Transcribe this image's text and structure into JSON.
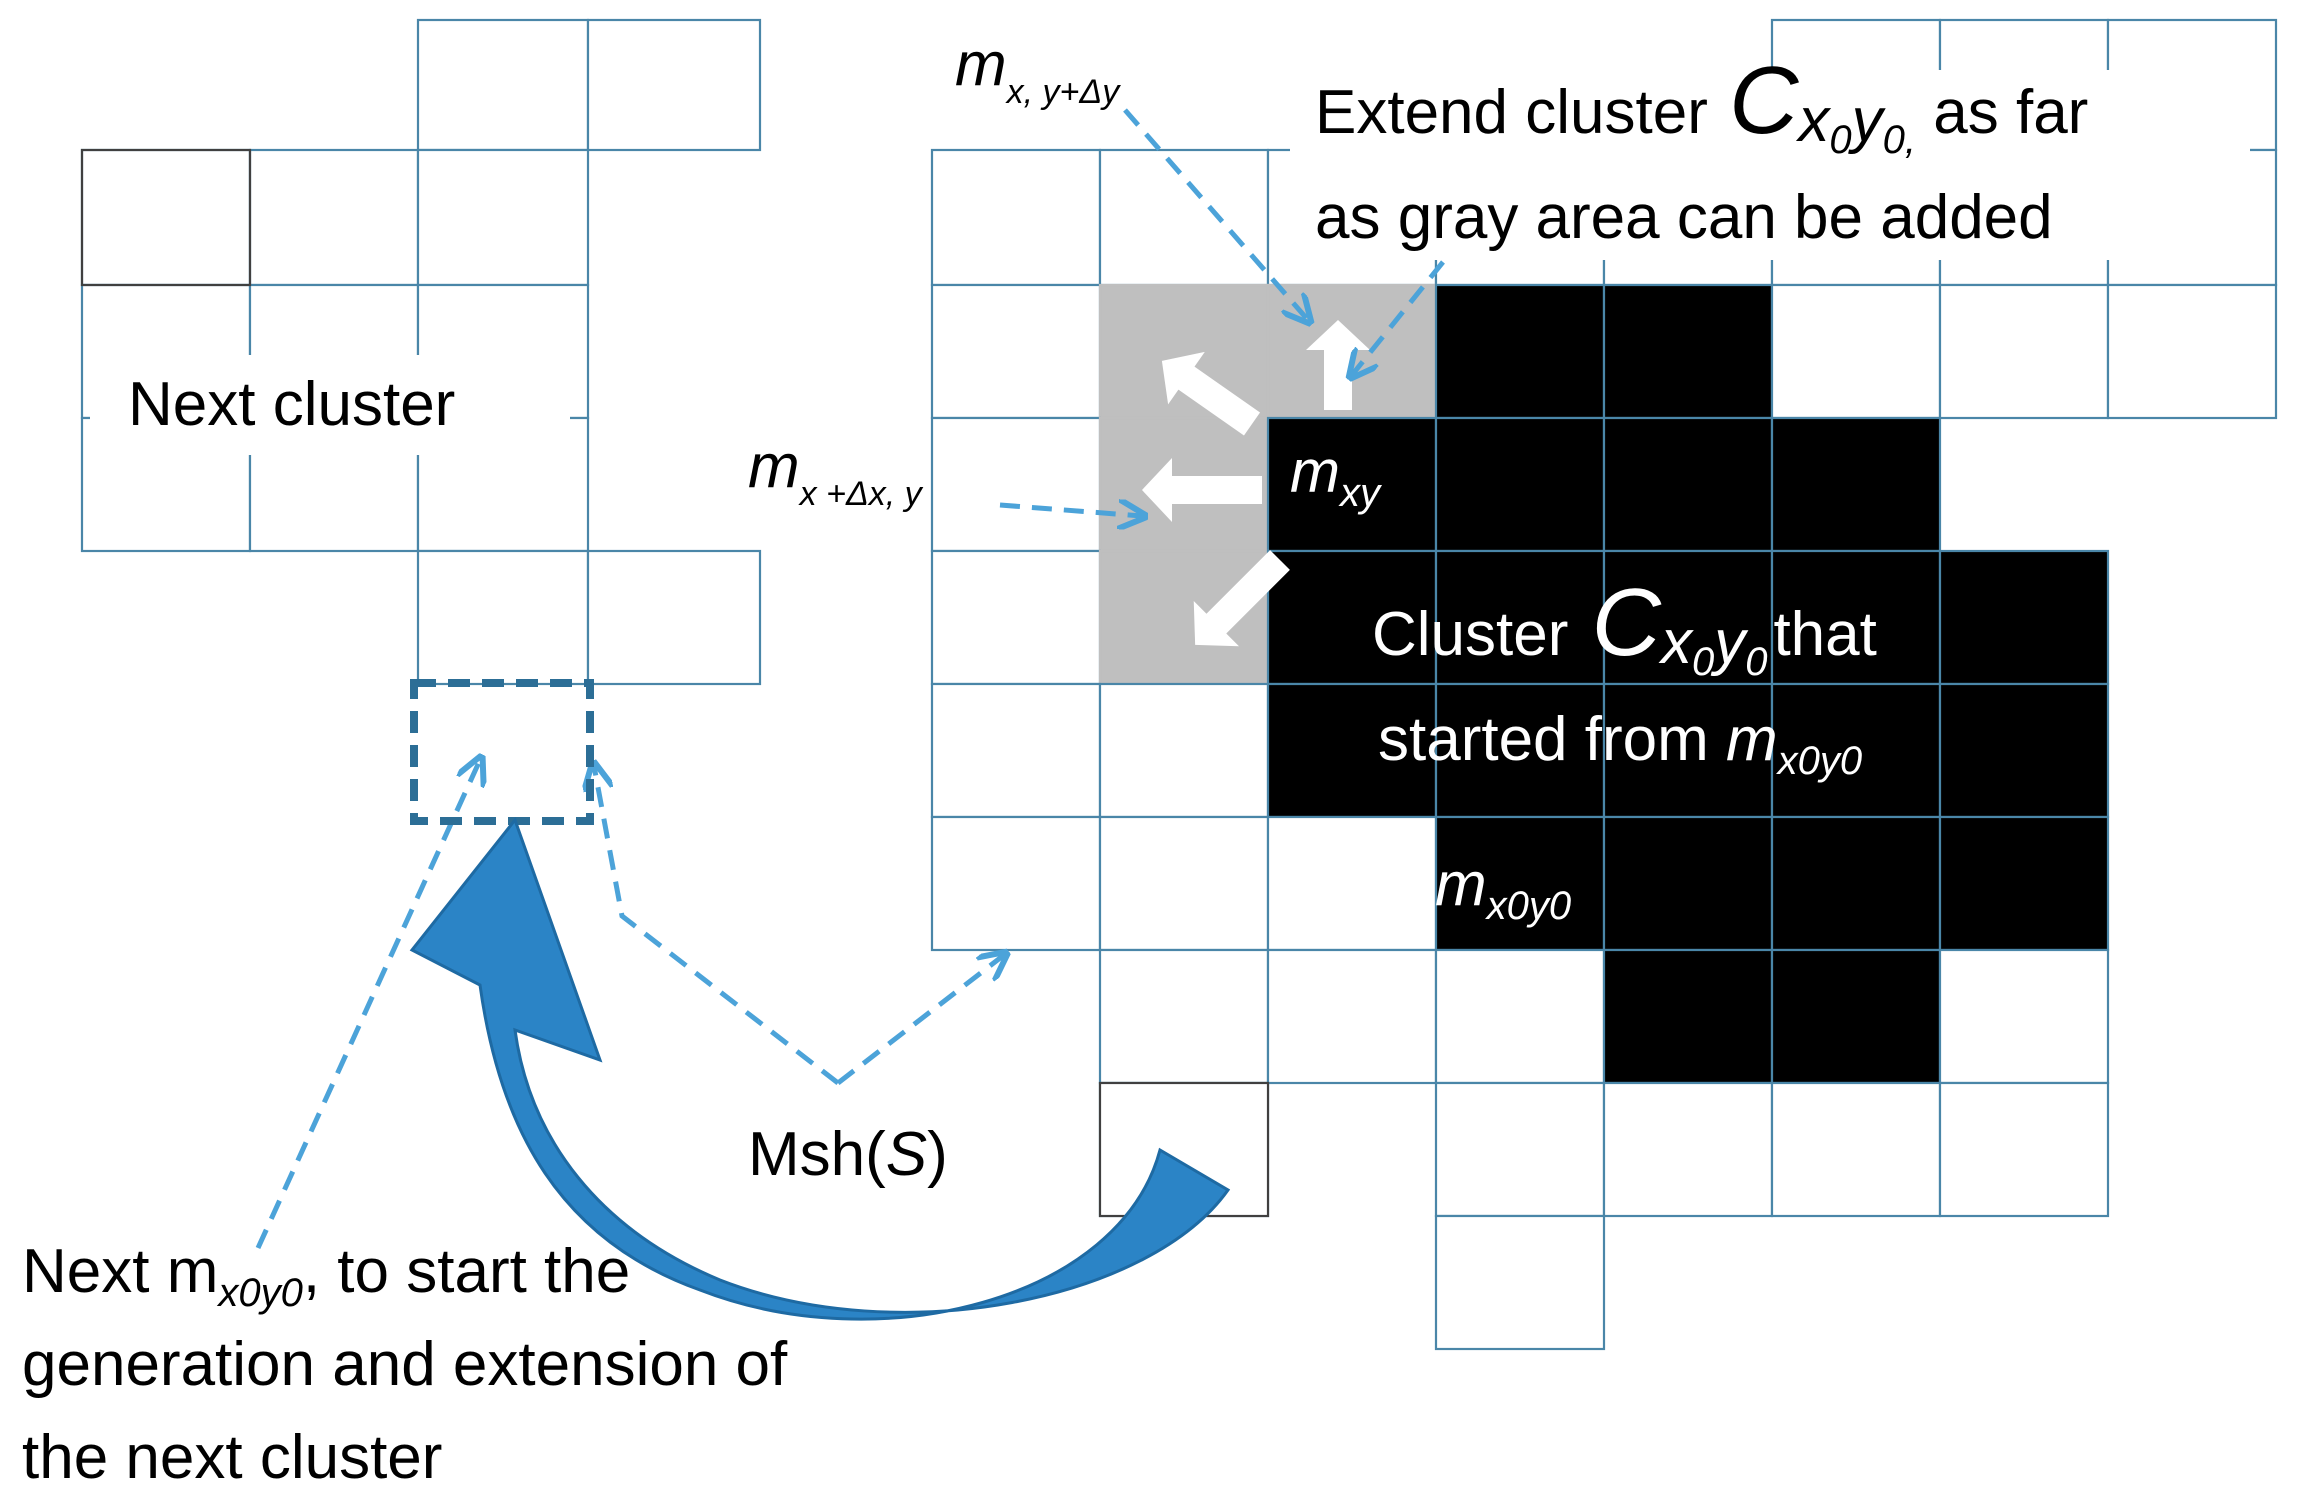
{
  "colors": {
    "grid_line": "#4a86a8",
    "grid_line_dark": "#404040",
    "cluster_fill": "#000000",
    "gray_area": "#bfbfbf",
    "arrow_blue": "#2b84c6",
    "dash_blue": "#4ca3d9",
    "start_box": "#2c6e96",
    "white_arrow": "#ffffff"
  },
  "labels": {
    "extend_line1_pre": "Extend cluster ",
    "extend_line1_sym": "C",
    "extend_line1_sub": "x",
    "extend_line1_sub2": "0",
    "extend_line1_mid": "y",
    "extend_line1_sub3": "0,",
    "extend_line1_post": " as far",
    "extend_line2": "as gray area can be added",
    "next_cluster": "Next cluster",
    "m_top_base": "m",
    "m_top_sub": "x, y+Δy",
    "m_left_base": "m",
    "m_left_sub": "x +Δx, y",
    "m_xy_base": "m",
    "m_xy_sub": "xy",
    "cluster_line1_pre": "Cluster ",
    "cluster_line1_sym": "C",
    "cluster_line1_sub": "x",
    "cluster_line1_sub2": "0",
    "cluster_line1_mid": "y",
    "cluster_line1_sub3": "0",
    "cluster_line1_post": "that",
    "cluster_line2_pre": "started from ",
    "cluster_line2_base": "m",
    "cluster_line2_sub": "x0y0",
    "m_start_base": "m",
    "m_start_sub": "x0y0",
    "msh_pre": "Msh(",
    "msh_var": "S",
    "msh_post": ")",
    "next_line1_pre": "Next m",
    "next_line1_sub": "x0y0",
    "next_line1_post": ", to start the",
    "next_line2": "generation and extension of",
    "next_line3": "the next cluster"
  },
  "icons": {
    "white_arrows": "direction-arrow-icons",
    "big_arrow": "curved-arrow-icon"
  }
}
